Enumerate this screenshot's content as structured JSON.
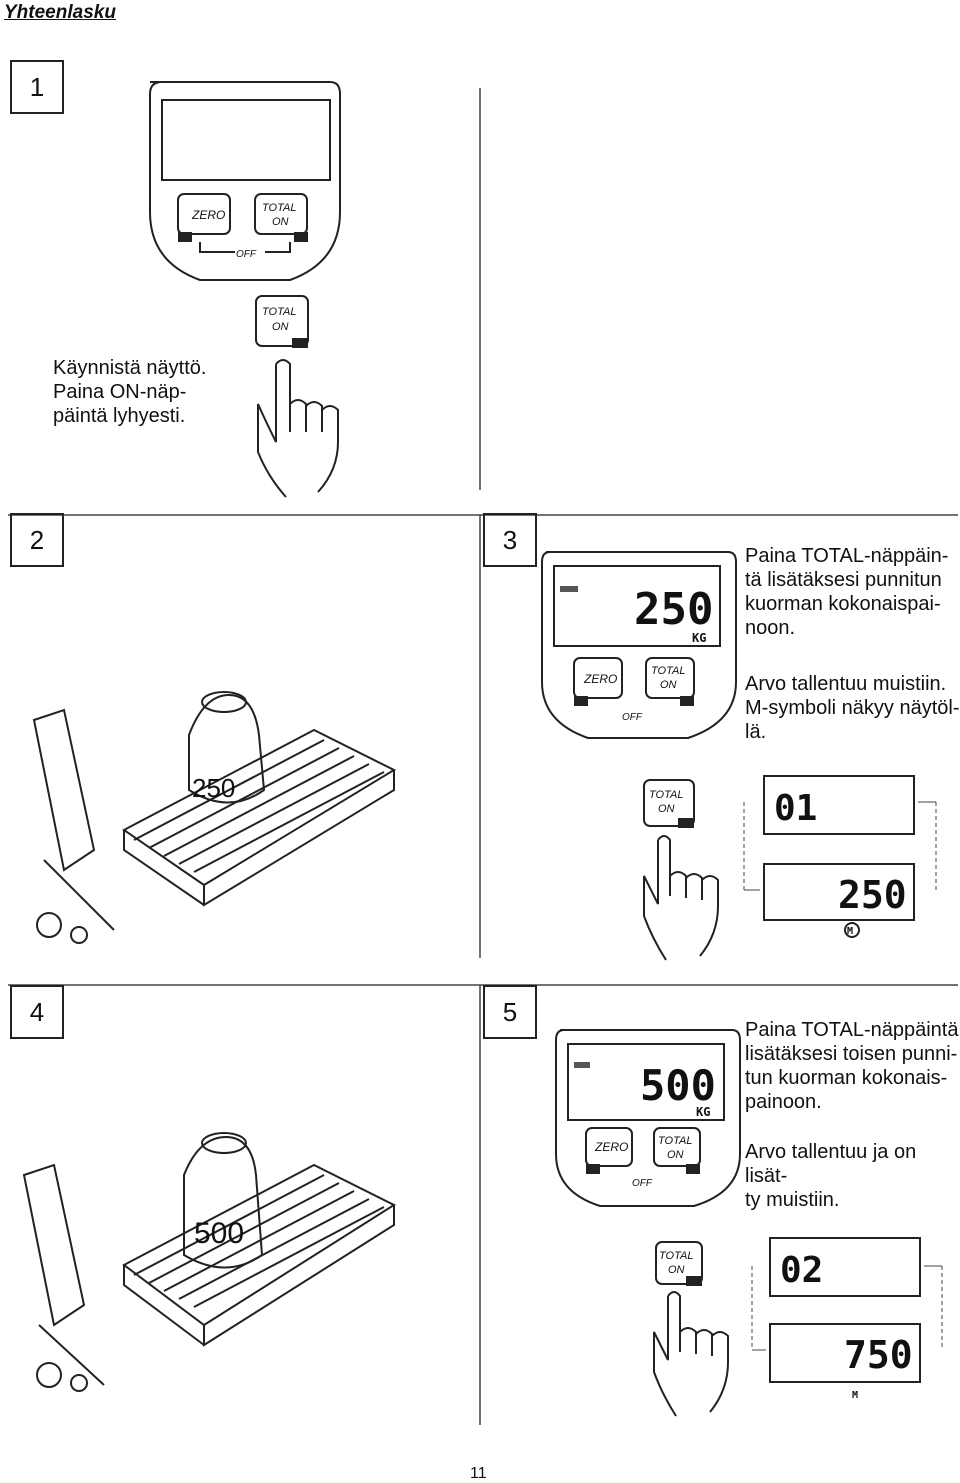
{
  "header": {
    "title": "Yhteenlasku"
  },
  "steps": [
    {
      "number": "1",
      "text": "Käynnistä näyttö.\nPaina ON-näp-\npäintä lyhyesti."
    },
    {
      "number": "2"
    },
    {
      "number": "3",
      "text_a": "Paina TOTAL-näppäin-\ntä lisätäksesi punnitun\nkuorman kokonaispai-\nnoon.",
      "text_b": "Arvo tallentuu muistiin.\nM-symboli näkyy näytöl-\nlä."
    },
    {
      "number": "4"
    },
    {
      "number": "5",
      "text_a": "Paina TOTAL-näppäintä\nlisätäksesi toisen punni-\ntun kuorman kokonais-\npainoon.",
      "text_b": "Arvo tallentuu ja on lisät-\nty muistiin."
    }
  ],
  "keys": {
    "zero": "ZERO",
    "total": "TOTAL",
    "on": "ON",
    "off": "OFF",
    "unit": "KG",
    "memory": "M"
  },
  "weights": {
    "first": "250",
    "second": "500"
  },
  "displays": {
    "step3": "250",
    "step3_count": "01",
    "step3_stored": "250",
    "step5": "500",
    "step5_count": "02",
    "step5_stored": "750"
  },
  "footer": {
    "page_number": "11"
  }
}
